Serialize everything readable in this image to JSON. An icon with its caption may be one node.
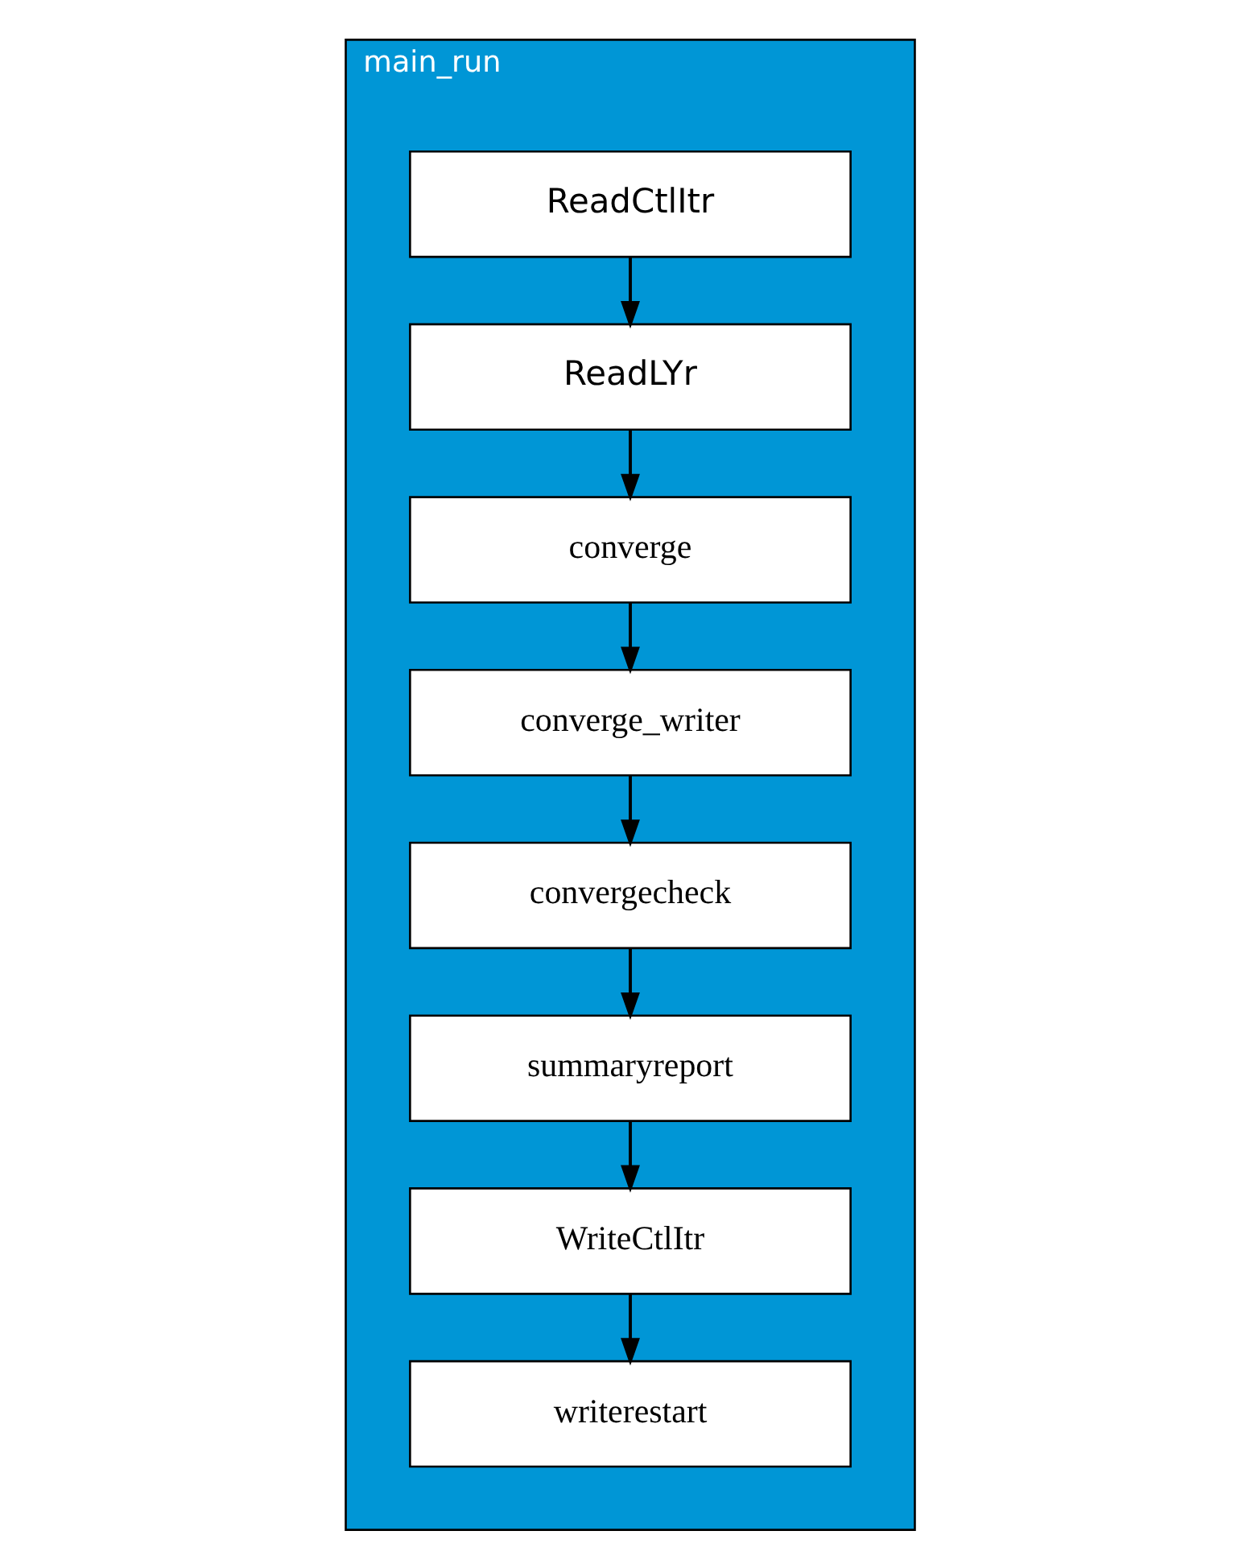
{
  "diagram": {
    "nodes": [
      {
        "text": [
          "main_run"
        ]
      },
      {
        "text": [
          "ReadCtlItr"
        ],
        "in": 0
      },
      {
        "text": [
          "ReadLYr"
        ],
        "in": 0
      },
      {
        "text": [
          "converge"
        ],
        "in": 0
      },
      {
        "text": [
          "converge_writer"
        ],
        "in": 0
      },
      {
        "text": [
          "convergecheck"
        ],
        "in": 0
      },
      {
        "text": [
          "summaryreport"
        ],
        "in": 0
      },
      {
        "text": [
          "WriteCtlItr"
        ],
        "in": 0
      },
      {
        "text": [
          "writerestart"
        ],
        "in": 0
      }
    ],
    "edges": [
      {
        "from": 1,
        "to": 2,
        "arrow": "to"
      },
      {
        "from": 2,
        "to": 3,
        "arrow": "to"
      },
      {
        "from": 3,
        "to": 4,
        "arrow": "to"
      },
      {
        "from": 4,
        "to": 5,
        "arrow": "to"
      },
      {
        "from": 5,
        "to": 6,
        "arrow": "to"
      },
      {
        "from": 6,
        "to": 7,
        "arrow": "to"
      },
      {
        "from": 7,
        "to": 8,
        "arrow": "to"
      }
    ]
  }
}
